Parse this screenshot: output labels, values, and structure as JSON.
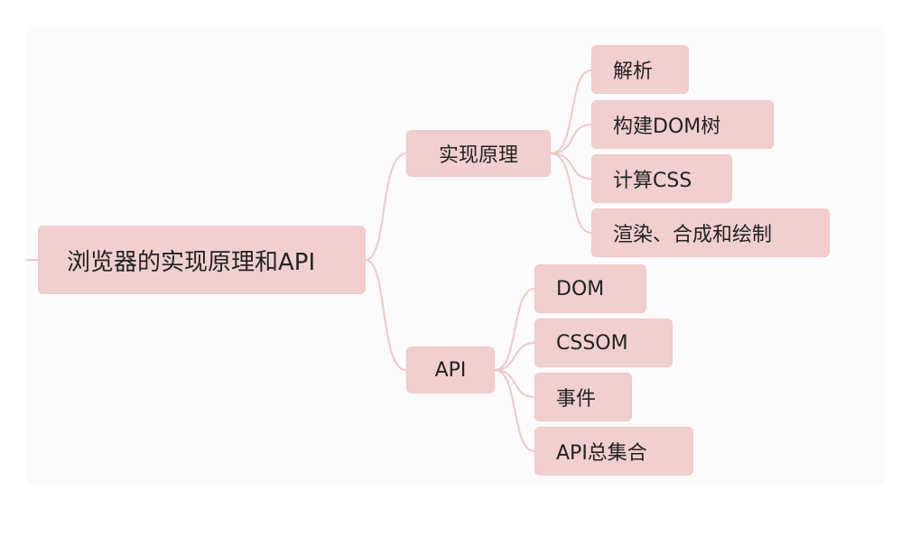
{
  "mindmap": {
    "root": {
      "label": "浏览器的实现原理和API"
    },
    "branches": [
      {
        "label": "实现原理",
        "children": [
          {
            "label": "解析"
          },
          {
            "label": "构建DOM树"
          },
          {
            "label": "计算CSS"
          },
          {
            "label": "渲染、合成和绘制"
          }
        ]
      },
      {
        "label": "API",
        "children": [
          {
            "label": "DOM"
          },
          {
            "label": "CSSOM"
          },
          {
            "label": "事件"
          },
          {
            "label": "API总集合"
          }
        ]
      }
    ]
  },
  "colors": {
    "node_fill": "#f1cfcf",
    "connector": "#eec8c8",
    "text": "#222222"
  }
}
